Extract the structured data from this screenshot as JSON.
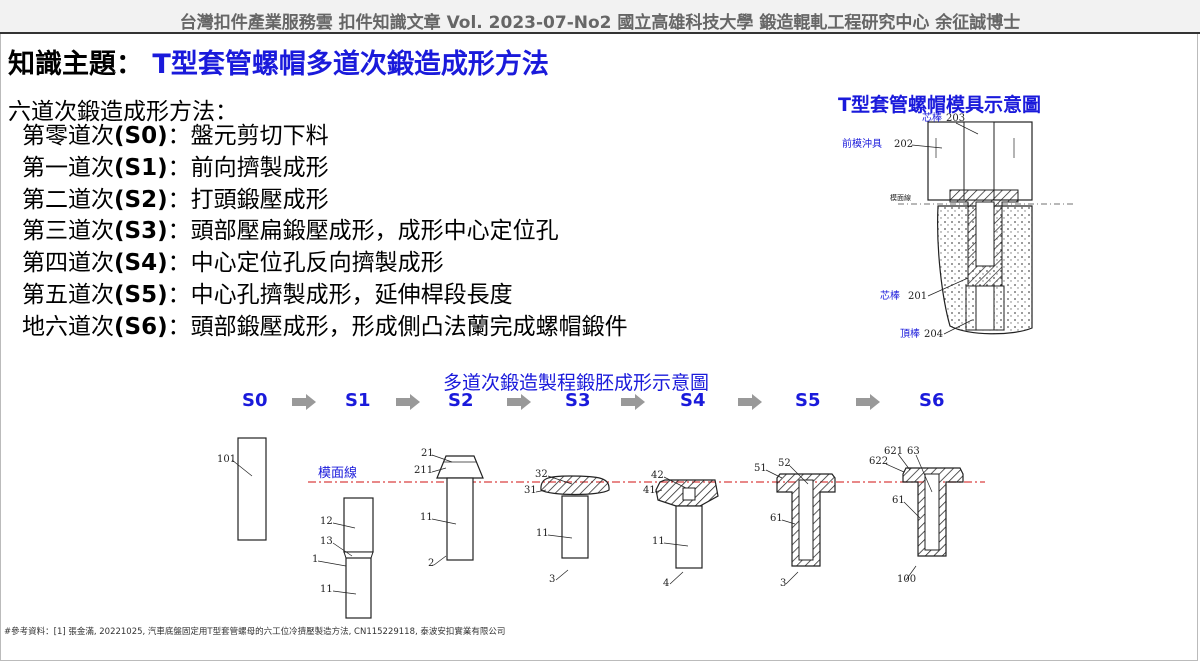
{
  "header": {
    "text": "台灣扣件產業服務雲  扣件知識文章  Vol. 2023-07-No2  國立高雄科技大學  鍛造輥軋工程研究中心  余征誠博士"
  },
  "topic": {
    "label": "知識主題：",
    "value": "T型套管螺帽多道次鍛造成形方法"
  },
  "steps": {
    "title": "六道次鍛造成形方法：",
    "items": [
      {
        "prefix": "第零道次",
        "code": "(S0)",
        "desc": "：盤元剪切下料"
      },
      {
        "prefix": "第一道次",
        "code": "(S1)",
        "desc": "：前向擠製成形"
      },
      {
        "prefix": "第二道次",
        "code": "(S2)",
        "desc": "：打頭鍛壓成形"
      },
      {
        "prefix": "第三道次",
        "code": "(S3)",
        "desc": "：頭部壓扁鍛壓成形，成形中心定位孔"
      },
      {
        "prefix": "第四道次",
        "code": "(S4)",
        "desc": "：中心定位孔反向擠製成形"
      },
      {
        "prefix": "第五道次",
        "code": "(S5)",
        "desc": "：中心孔擠製成形，延伸桿段長度"
      },
      {
        "prefix": "地六道次",
        "code": "(S6)",
        "desc": "：頭部鍛壓成形，形成側凸法蘭完成螺帽鍛件"
      }
    ]
  },
  "die_diagram": {
    "title": "T型套管螺帽模具示意圖",
    "labels": {
      "core_top": "芯棒",
      "core_top_num": "203",
      "front_punch": "前模沖具",
      "front_punch_num": "202",
      "parting": "模面線",
      "core_bottom": "芯棒",
      "core_bottom_num": "201",
      "ejector": "頂棒",
      "ejector_num": "204"
    }
  },
  "process": {
    "title": "多道次鍛造製程鍛胚成形示意圖",
    "stages": [
      "S0",
      "S1",
      "S2",
      "S3",
      "S4",
      "S5",
      "S6"
    ],
    "parting_label": "模面線",
    "numbers": {
      "s0": [
        "101"
      ],
      "s1": [
        "12",
        "13",
        "1",
        "11"
      ],
      "s2": [
        "21",
        "211",
        "11",
        "2"
      ],
      "s3": [
        "32",
        "31",
        "11",
        "3"
      ],
      "s4": [
        "42",
        "41",
        "11",
        "4"
      ],
      "s5": [
        "51",
        "52",
        "61",
        "3"
      ],
      "s6": [
        "621",
        "63",
        "622",
        "61",
        "100"
      ]
    },
    "colors": {
      "stage": "#1a1adb",
      "arrow": "#999999",
      "parting_line": "#d94040"
    }
  },
  "reference": {
    "text": "#參考資料：[1] 張金滿, 20221025, 汽車底盤固定用T型套管螺母的六工位冷擠壓製造方法, CN115229118, 泰波安扣實業有限公司"
  }
}
